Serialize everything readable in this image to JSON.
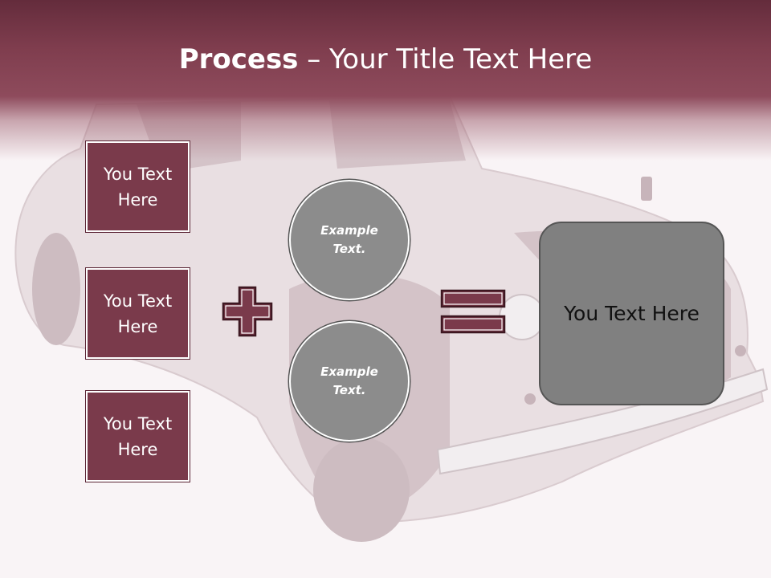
{
  "title": {
    "bold": "Process",
    "rest": " – Your Title Text Here"
  },
  "left_boxes": [
    "You Text Here",
    "You Text Here",
    "You Text Here"
  ],
  "circles": [
    "Example Text.",
    "Example Text."
  ],
  "result": "You Text Here",
  "colors": {
    "accent": "#7a3a4b",
    "header": "#7f3d4e",
    "circle": "#8c8c8c",
    "result": "#808080"
  }
}
